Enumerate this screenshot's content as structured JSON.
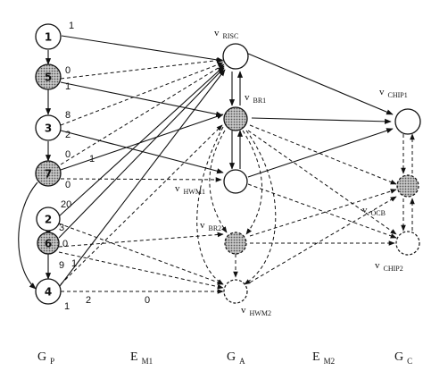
{
  "gp_nodes": [
    {
      "id": "1",
      "shaded": false
    },
    {
      "id": "5",
      "shaded": true
    },
    {
      "id": "3",
      "shaded": false
    },
    {
      "id": "7",
      "shaded": true
    },
    {
      "id": "2",
      "shaded": false
    },
    {
      "id": "6",
      "shaded": true
    },
    {
      "id": "4",
      "shaded": false
    }
  ],
  "ga_nodes": [
    {
      "name": "v",
      "sub": "RISC",
      "shaded": false,
      "dashed": false
    },
    {
      "name": "v",
      "sub": "BR1",
      "shaded": true,
      "dashed": false
    },
    {
      "name": "v",
      "sub": "HWM1",
      "shaded": false,
      "dashed": false
    },
    {
      "name": "v",
      "sub": "BR2",
      "shaded": true,
      "dashed": true
    },
    {
      "name": "v",
      "sub": "HWM2",
      "shaded": false,
      "dashed": true
    }
  ],
  "gc_nodes": [
    {
      "name": "v",
      "sub": "CHIP1",
      "shaded": false,
      "dashed": false
    },
    {
      "name": "v",
      "sub": "OCB",
      "shaded": true,
      "dashed": true
    },
    {
      "name": "v",
      "sub": "CHIP2",
      "shaded": false,
      "dashed": true
    }
  ],
  "edge_weights": [
    "1",
    "0",
    "1",
    "8",
    "2",
    "0",
    "1",
    "0",
    "20",
    "3",
    "0",
    "1",
    "9",
    "2",
    "0",
    "1"
  ],
  "bottom_labels": [
    {
      "main": "G",
      "sub": "P"
    },
    {
      "main": "E",
      "sub": "M1"
    },
    {
      "main": "G",
      "sub": "A"
    },
    {
      "main": "E",
      "sub": "M2"
    },
    {
      "main": "G",
      "sub": "C"
    }
  ],
  "colors": {
    "shaded_fill": "#9a9a9a",
    "line": "#111111",
    "background": "#ffffff"
  }
}
